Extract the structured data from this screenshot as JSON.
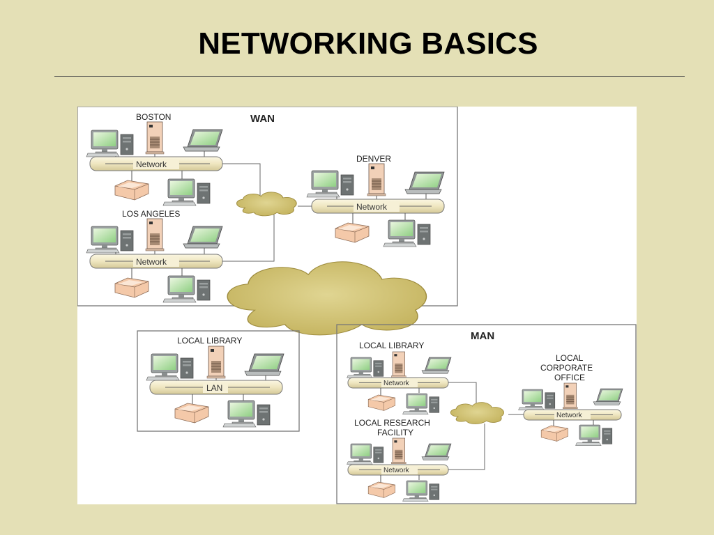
{
  "slide": {
    "title": "NETWORKING BASICS"
  },
  "diagram": {
    "wan": {
      "label": "WAN"
    },
    "man": {
      "label": "MAN"
    },
    "sites": {
      "boston": {
        "label": "BOSTON",
        "bus_label": "Network"
      },
      "los_angeles": {
        "label": "LOS ANGELES",
        "bus_label": "Network"
      },
      "denver": {
        "label": "DENVER",
        "bus_label": "Network"
      },
      "local_library_lan": {
        "label": "LOCAL LIBRARY",
        "bus_label": "LAN"
      },
      "local_library_man": {
        "label": "LOCAL LIBRARY",
        "bus_label": "Network"
      },
      "local_research": {
        "label_line1": "LOCAL RESEARCH",
        "label_line2": "FACILITY",
        "bus_label": "Network"
      },
      "local_corporate": {
        "label_line1": "LOCAL",
        "label_line2": "CORPORATE",
        "label_line3": "OFFICE",
        "bus_label": "Network"
      }
    }
  }
}
